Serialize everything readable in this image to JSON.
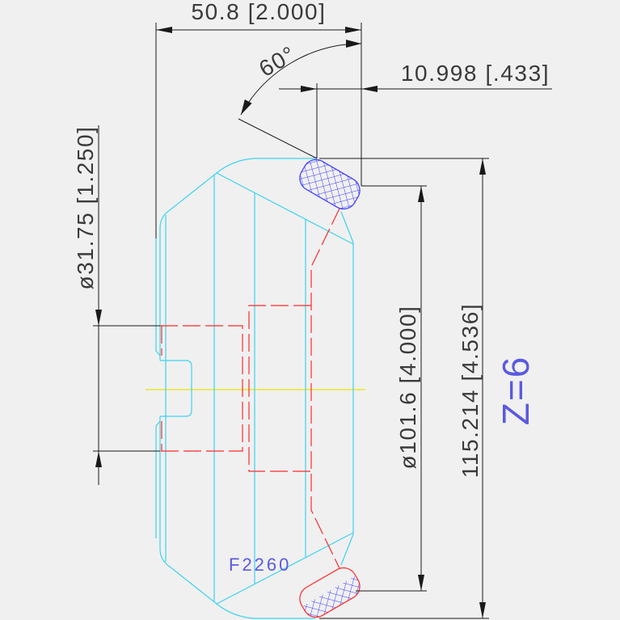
{
  "dimensions": {
    "top_width": "50.8 [2.000]",
    "angle": "60°",
    "tip_width": "10.998 [.433]",
    "left_diameter": "ø31.75 [1.250]",
    "inner_right_diameter": "ø101.6 [4.000]",
    "outer_right_height": "115.214 [4.536]"
  },
  "labels": {
    "z_note": "Z=6",
    "code": "F2260"
  },
  "colors": {
    "background": "#f0f0f0",
    "dimension": "#1a1a1a",
    "dimension_text": "#3a3a3a",
    "outline": "#3dd3ef",
    "hidden_line": "#ff2a2a",
    "centerline": "#e6e600",
    "hatch": "#3a3aff",
    "label": "#5a5ae0"
  }
}
